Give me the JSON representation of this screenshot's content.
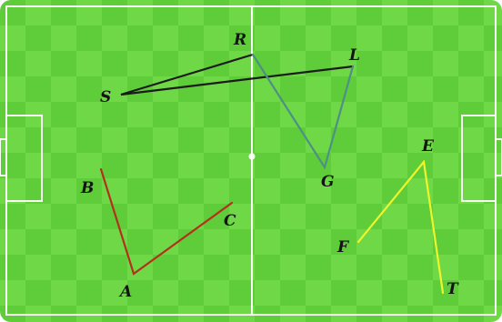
{
  "colors": {
    "grass_light": "#6ed846",
    "grass_dark": "#55c232",
    "pitch_lines": "#ffffff",
    "line_SRL": "#1b1b1b",
    "line_RGL": "#4f8f88",
    "line_BAC": "#b3311c",
    "line_FET": "#eef52a",
    "label_color": "#141414"
  },
  "points": {
    "R": {
      "label": "R"
    },
    "L": {
      "label": "L"
    },
    "S": {
      "label": "S"
    },
    "G": {
      "label": "G"
    },
    "B": {
      "label": "B"
    },
    "A": {
      "label": "A"
    },
    "C": {
      "label": "C"
    },
    "E": {
      "label": "E"
    },
    "F": {
      "label": "F"
    },
    "T": {
      "label": "T"
    }
  },
  "polylines": [
    {
      "name": "angle-RSL",
      "vertices": [
        "R",
        "S",
        "L"
      ],
      "color_key": "line_SRL"
    },
    {
      "name": "angle-RGL",
      "vertices": [
        "R",
        "G",
        "L"
      ],
      "color_key": "line_RGL"
    },
    {
      "name": "angle-BAC",
      "vertices": [
        "B",
        "A",
        "C"
      ],
      "color_key": "line_BAC"
    },
    {
      "name": "angle-FET",
      "vertices": [
        "F",
        "E",
        "T"
      ],
      "color_key": "line_FET"
    }
  ]
}
